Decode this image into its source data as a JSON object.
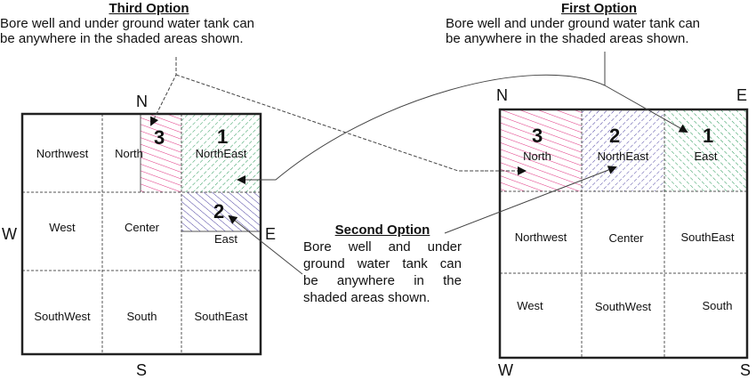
{
  "options": {
    "third": {
      "title": "Third Option",
      "line1": "Bore well and under ground water tank can",
      "line2": "be anywhere in the shaded areas shown."
    },
    "first": {
      "title": "First Option",
      "line1": "Bore well and under ground water tank can",
      "line2": "be anywhere in the shaded areas shown."
    },
    "second": {
      "title": "Second Option",
      "line1": "Bore well and under",
      "line2": "ground water tank can",
      "line3": "be anywhere in the",
      "line4": "shaded areas shown."
    }
  },
  "left_grid": {
    "directions": {
      "n": "N",
      "s": "S",
      "w": "W",
      "e": "E"
    },
    "cells": {
      "northwest": "Northwest",
      "north": "North",
      "northeast": "NorthEast",
      "west": "West",
      "center": "Center",
      "east": "East",
      "southwest": "SouthWest",
      "south": "South",
      "southeast": "SouthEast"
    },
    "numbers": {
      "one": "1",
      "two": "2",
      "three": "3"
    }
  },
  "right_grid": {
    "directions": {
      "n": "N",
      "e": "E",
      "w": "W",
      "s": "S"
    },
    "cells": {
      "north": "North",
      "northeast": "NorthEast",
      "east": "East",
      "northwest": "Northwest",
      "center": "Center",
      "southeast": "SouthEast",
      "west": "West",
      "southwest": "SouthWest",
      "south": "South"
    },
    "numbers": {
      "one": "1",
      "two": "2",
      "three": "3"
    }
  },
  "colors": {
    "pink": "#e0307f",
    "green": "#2a9a5a",
    "purple": "#4a3fa0",
    "line": "#333333"
  }
}
